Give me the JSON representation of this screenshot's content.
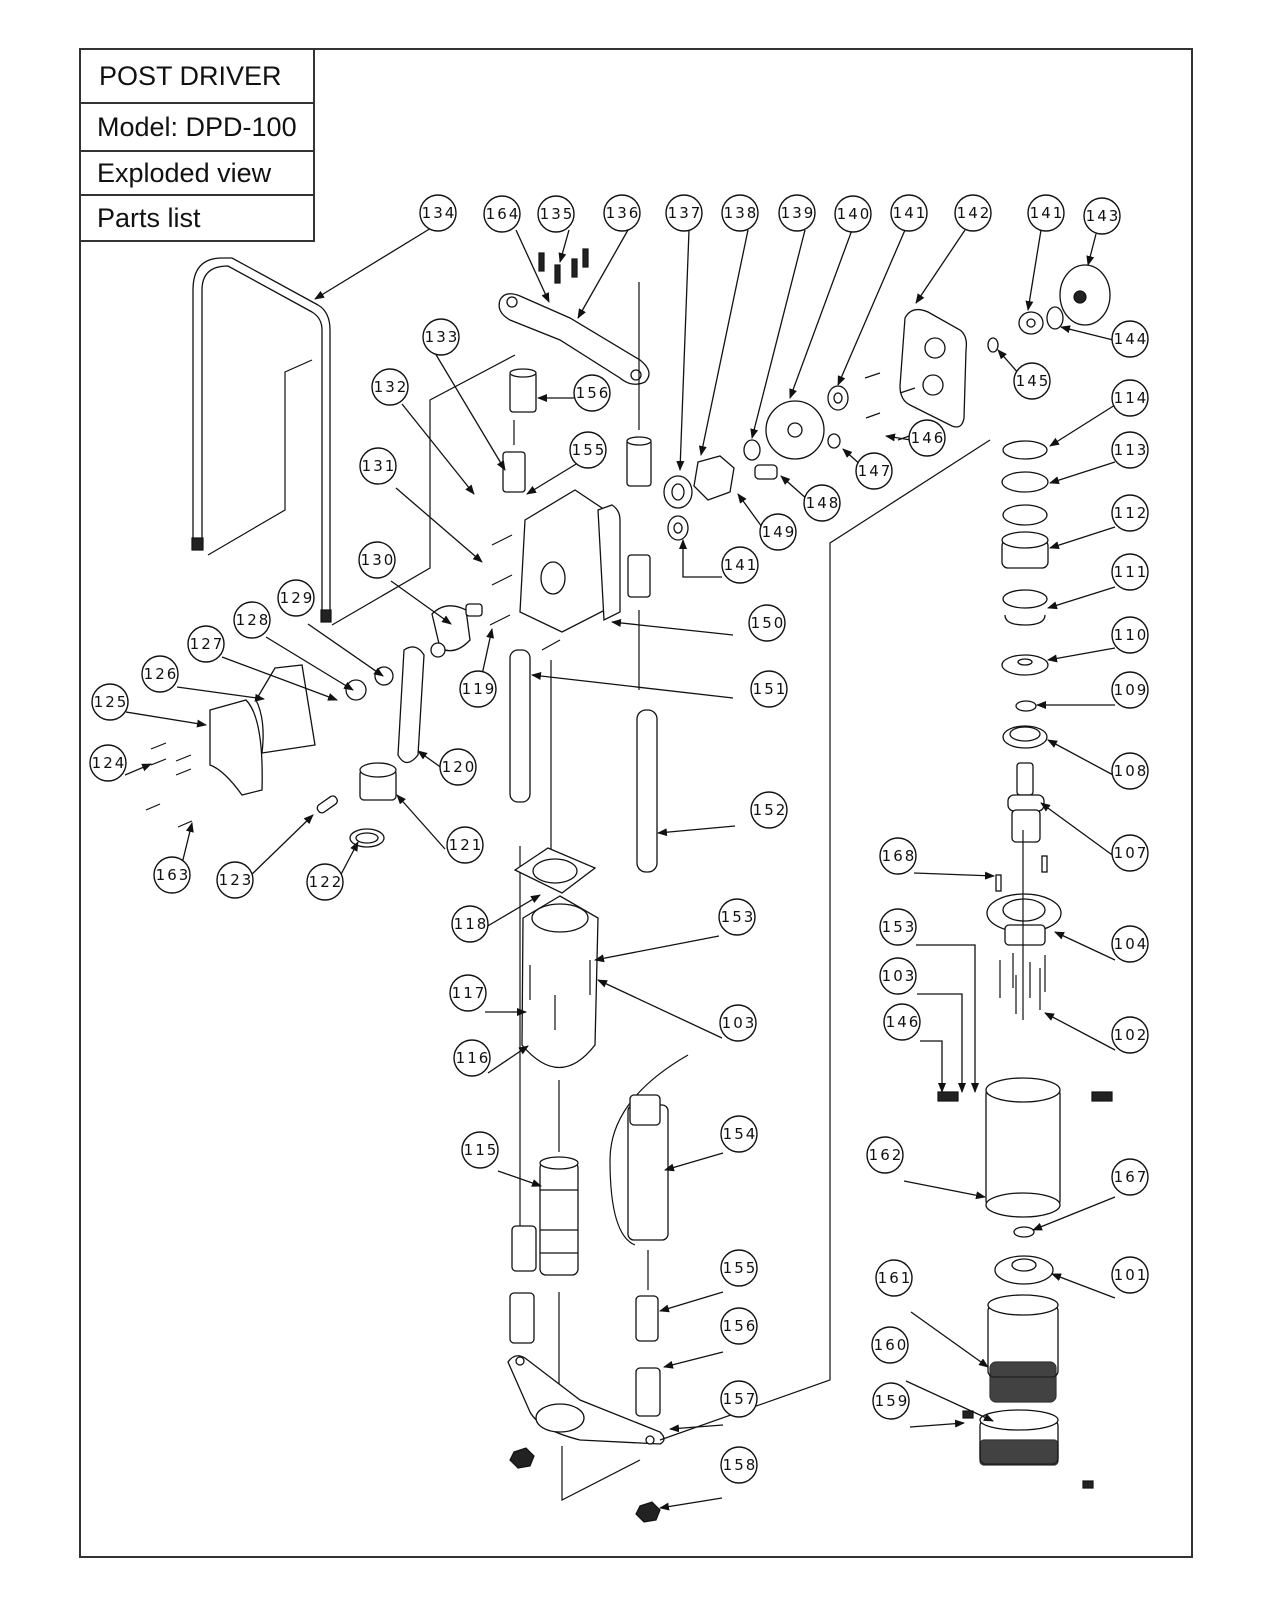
{
  "title_block": {
    "product": "POST DRIVER",
    "model": "Model: DPD-100",
    "view": "Exploded view",
    "list": "Parts list"
  },
  "callouts": [
    {
      "id": "c134",
      "label": "134"
    },
    {
      "id": "c164",
      "label": "164"
    },
    {
      "id": "c135",
      "label": "135"
    },
    {
      "id": "c136",
      "label": "136"
    },
    {
      "id": "c137",
      "label": "137"
    },
    {
      "id": "c138",
      "label": "138"
    },
    {
      "id": "c139",
      "label": "139"
    },
    {
      "id": "c140",
      "label": "140"
    },
    {
      "id": "c141a",
      "label": "141"
    },
    {
      "id": "c142",
      "label": "142"
    },
    {
      "id": "c141b",
      "label": "141"
    },
    {
      "id": "c143",
      "label": "143"
    },
    {
      "id": "c144",
      "label": "144"
    },
    {
      "id": "c145",
      "label": "145"
    },
    {
      "id": "c114",
      "label": "114"
    },
    {
      "id": "c133",
      "label": "133"
    },
    {
      "id": "c156a",
      "label": "156"
    },
    {
      "id": "c132",
      "label": "132"
    },
    {
      "id": "c146a",
      "label": "146"
    },
    {
      "id": "c147",
      "label": "147"
    },
    {
      "id": "c113",
      "label": "113"
    },
    {
      "id": "c155a",
      "label": "155"
    },
    {
      "id": "c131",
      "label": "131"
    },
    {
      "id": "c148",
      "label": "148"
    },
    {
      "id": "c112",
      "label": "112"
    },
    {
      "id": "c149",
      "label": "149"
    },
    {
      "id": "c141c",
      "label": "141"
    },
    {
      "id": "c130",
      "label": "130"
    },
    {
      "id": "c111",
      "label": "111"
    },
    {
      "id": "c129",
      "label": "129"
    },
    {
      "id": "c128",
      "label": "128"
    },
    {
      "id": "c150",
      "label": "150"
    },
    {
      "id": "c110",
      "label": "110"
    },
    {
      "id": "c127",
      "label": "127"
    },
    {
      "id": "c126",
      "label": "126"
    },
    {
      "id": "c119",
      "label": "119"
    },
    {
      "id": "c151",
      "label": "151"
    },
    {
      "id": "c109",
      "label": "109"
    },
    {
      "id": "c125",
      "label": "125"
    },
    {
      "id": "c124",
      "label": "124"
    },
    {
      "id": "c120",
      "label": "120"
    },
    {
      "id": "c108",
      "label": "108"
    },
    {
      "id": "c152",
      "label": "152"
    },
    {
      "id": "c121",
      "label": "121"
    },
    {
      "id": "c107",
      "label": "107"
    },
    {
      "id": "c168",
      "label": "168"
    },
    {
      "id": "c163",
      "label": "163"
    },
    {
      "id": "c123",
      "label": "123"
    },
    {
      "id": "c122",
      "label": "122"
    },
    {
      "id": "c118",
      "label": "118"
    },
    {
      "id": "c153a",
      "label": "153"
    },
    {
      "id": "c153b",
      "label": "153"
    },
    {
      "id": "c104",
      "label": "104"
    },
    {
      "id": "c103b",
      "label": "103"
    },
    {
      "id": "c117",
      "label": "117"
    },
    {
      "id": "c103a",
      "label": "103"
    },
    {
      "id": "c146b",
      "label": "146"
    },
    {
      "id": "c102",
      "label": "102"
    },
    {
      "id": "c116",
      "label": "116"
    },
    {
      "id": "c154",
      "label": "154"
    },
    {
      "id": "c115",
      "label": "115"
    },
    {
      "id": "c162",
      "label": "162"
    },
    {
      "id": "c167",
      "label": "167"
    },
    {
      "id": "c155b",
      "label": "155"
    },
    {
      "id": "c101",
      "label": "101"
    },
    {
      "id": "c161",
      "label": "161"
    },
    {
      "id": "c156b",
      "label": "156"
    },
    {
      "id": "c160",
      "label": "160"
    },
    {
      "id": "c157",
      "label": "157"
    },
    {
      "id": "c159",
      "label": "159"
    },
    {
      "id": "c158",
      "label": "158"
    }
  ]
}
